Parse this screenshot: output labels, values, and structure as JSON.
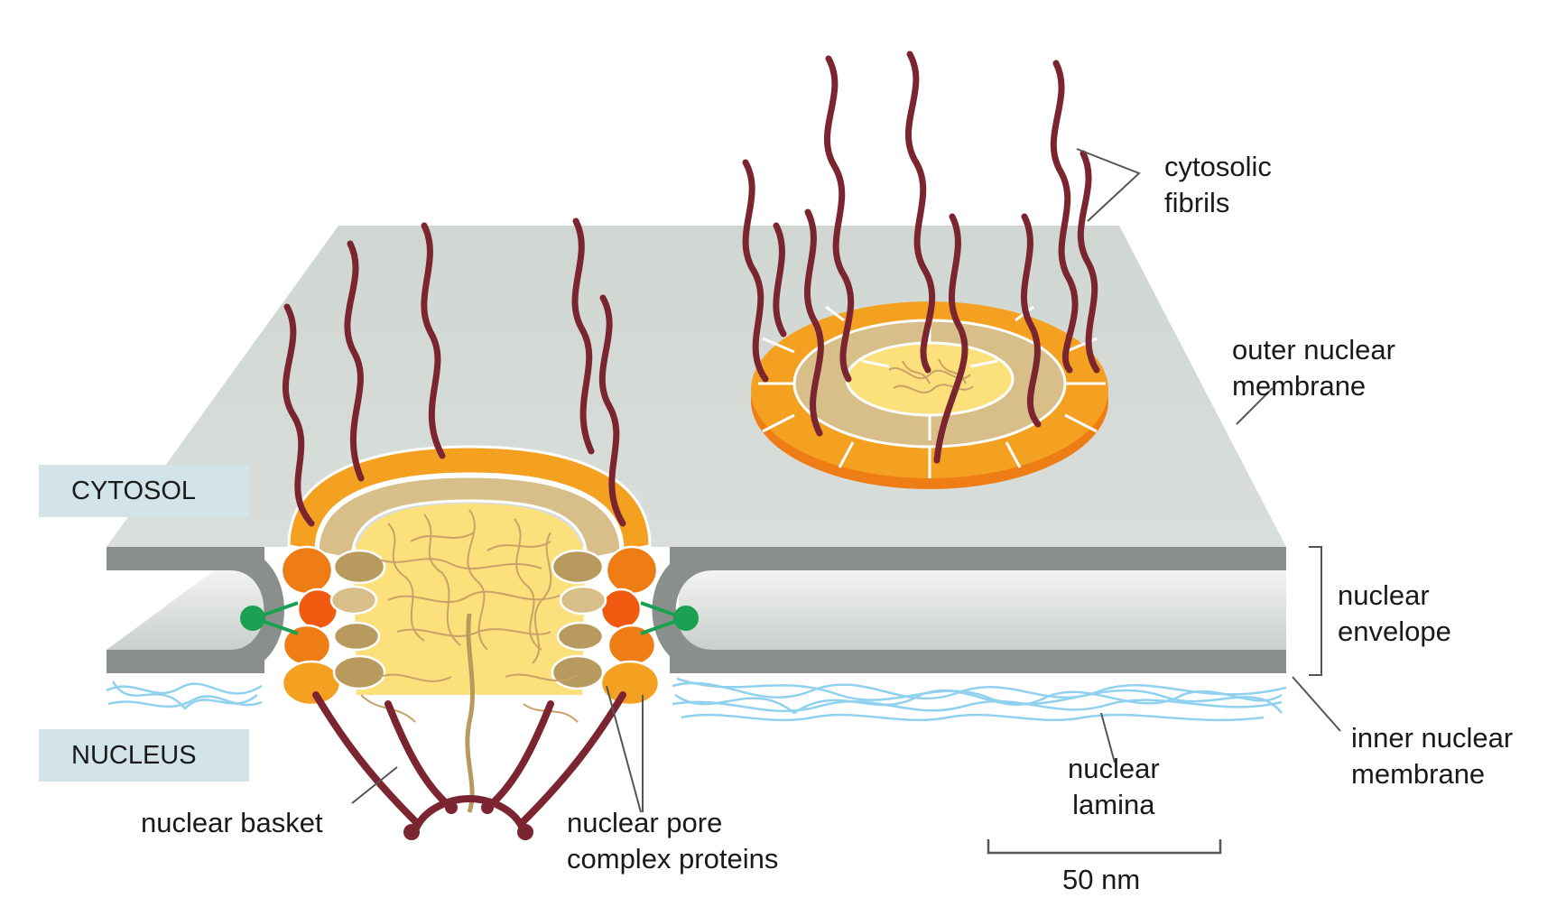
{
  "regions": {
    "cytosol": "CYTOSOL",
    "nucleus": "NUCLEUS"
  },
  "labels": {
    "cytosolic_fibrils": [
      "cytosolic",
      "fibrils"
    ],
    "outer_nuclear_membrane": [
      "outer nuclear",
      "membrane"
    ],
    "nuclear_envelope": [
      "nuclear",
      "envelope"
    ],
    "inner_nuclear_membrane": [
      "inner nuclear",
      "membrane"
    ],
    "nuclear_lamina": [
      "nuclear",
      "lamina"
    ],
    "nuclear_basket": "nuclear basket",
    "nuclear_pore_complex_proteins": [
      "nuclear pore",
      "complex proteins"
    ]
  },
  "scale_bar": {
    "label": "50 nm",
    "length_nm": 50
  },
  "colors": {
    "membrane_face": "#d5dad7",
    "membrane_edge": "#8b8f8c",
    "fibril": "#7a2530",
    "ring_orange": "#f4a020",
    "ring_dark_orange": "#ee7d15",
    "ring_tan": "#d8bf8a",
    "pore_center": "#fbe07c",
    "lamina": "#8fd1ef",
    "connector_green": "#1aa052",
    "region_box": "#d3e3ea"
  }
}
